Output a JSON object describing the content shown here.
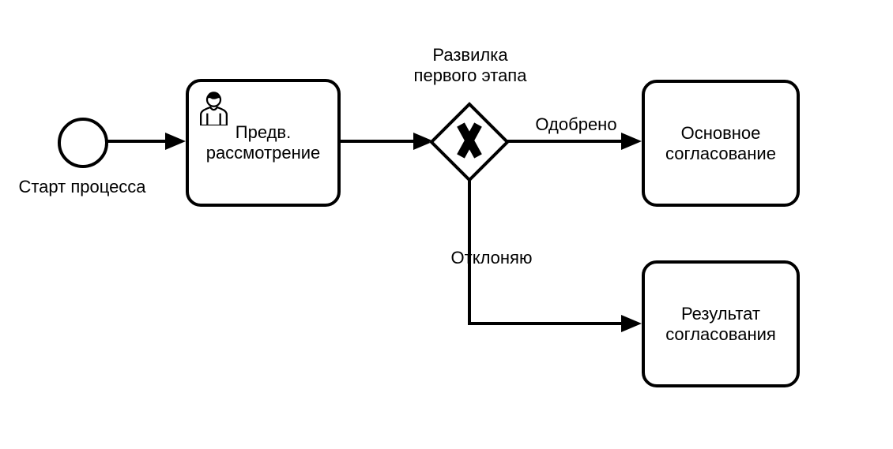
{
  "canvas": {
    "colors": {
      "background": "#ffffff",
      "fill": "#ffffff",
      "stroke": "#000000",
      "text": "#000000"
    }
  },
  "nodes": {
    "start_event": {
      "type": "start-event",
      "label": "Старт процесса"
    },
    "task_preliminary": {
      "type": "user-task",
      "icon": "user-icon",
      "label_line1": "Предв.",
      "label_line2": "рассмотрение"
    },
    "gateway_fork": {
      "type": "exclusive-gateway",
      "marker": "X",
      "label_line1": "Развилка",
      "label_line2": "первого этапа"
    },
    "task_main_approval": {
      "type": "task",
      "label_line1": "Основное",
      "label_line2": "согласование"
    },
    "task_result": {
      "type": "task",
      "label_line1": "Результат",
      "label_line2": "согласования"
    }
  },
  "flows": {
    "gateway_to_main": {
      "label": "Одобрено"
    },
    "gateway_to_result": {
      "label": "Отклоняю"
    }
  }
}
